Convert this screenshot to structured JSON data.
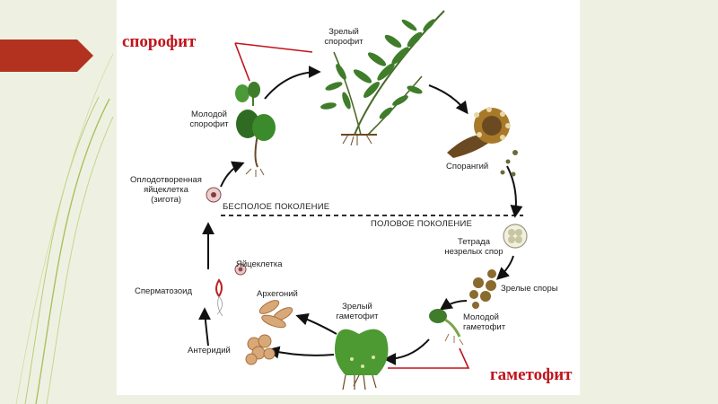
{
  "callouts": {
    "sporophyte": "спорофит",
    "gametophyte": "гаметофит"
  },
  "generations": {
    "asexual": "БЕСПОЛОЕ ПОКОЛЕНИЕ",
    "sexual": "ПОЛОВОЕ ПОКОЛЕНИЕ"
  },
  "stages": {
    "mature_sporophyte": [
      "Зрелый",
      "спорофит"
    ],
    "sporangium": "Спорангий",
    "tetrad": [
      "Тетрада",
      "незрелых спор"
    ],
    "mature_spores": "Зрелые споры",
    "young_gametophyte": [
      "Молодой",
      "гаметофит"
    ],
    "mature_gametophyte": [
      "Зрелый",
      "гаметофит"
    ],
    "antheridium": "Антеридий",
    "archegonium": "Архегоний",
    "egg": "Яйцеклетка",
    "sperm": "Сперматозоид",
    "zygote": [
      "Оплодотворенная",
      "яйцеклетка",
      "(зигота)"
    ],
    "young_sporophyte": [
      "Молодой",
      "спорофит"
    ]
  },
  "colors": {
    "accent_red": "#c0141b",
    "plant_green": "#3f7d2a",
    "spore_brown": "#8a6a2e"
  }
}
